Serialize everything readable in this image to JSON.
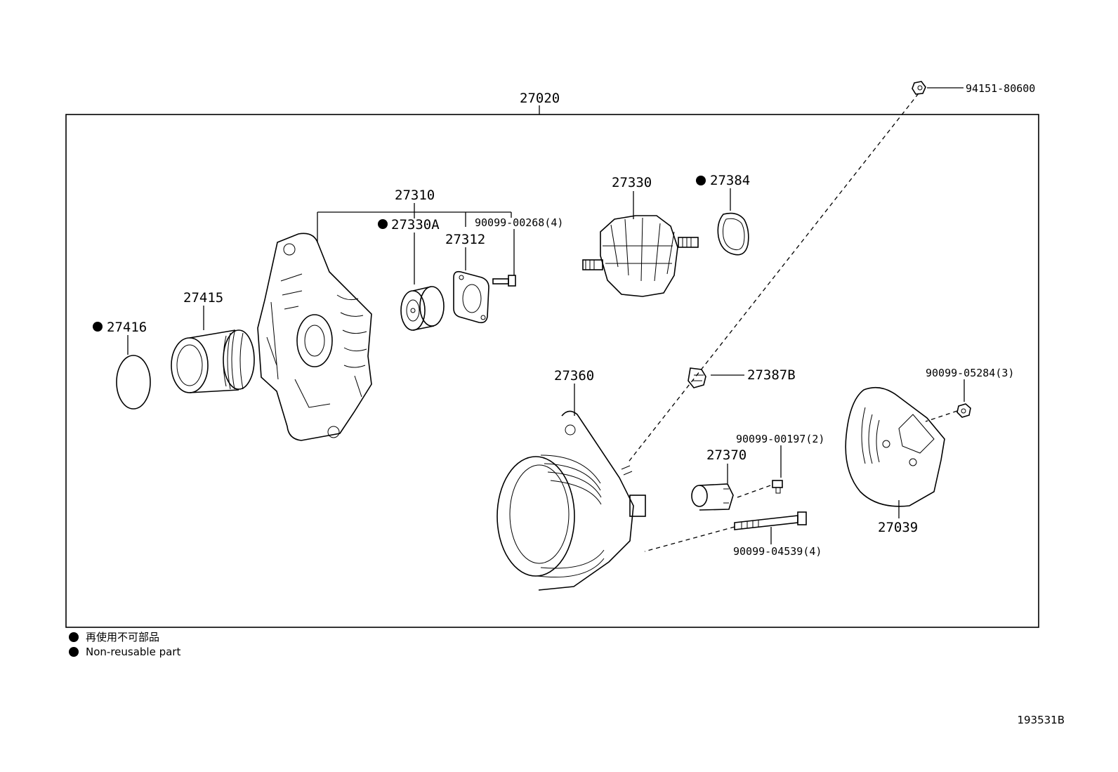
{
  "assembly": {
    "label": "27020"
  },
  "labels": {
    "p94151": "94151-80600",
    "p27310": "27310",
    "p27330A": "27330A",
    "p27312": "27312",
    "p90099_00268": "90099-00268(4)",
    "p27330": "27330",
    "p27384": "27384",
    "p27415": "27415",
    "p27416": "27416",
    "p27360": "27360",
    "p27387B": "27387B",
    "p90099_05284": "90099-05284(3)",
    "p90099_00197": "90099-00197(2)",
    "p27370": "27370",
    "p27039": "27039",
    "p90099_04539": "90099-04539(4)"
  },
  "legend": {
    "jp": "再使用不可部品",
    "en": "Non-reusable part"
  },
  "drawing_number": "193531B",
  "non_reusable_marker_color": "#000000"
}
